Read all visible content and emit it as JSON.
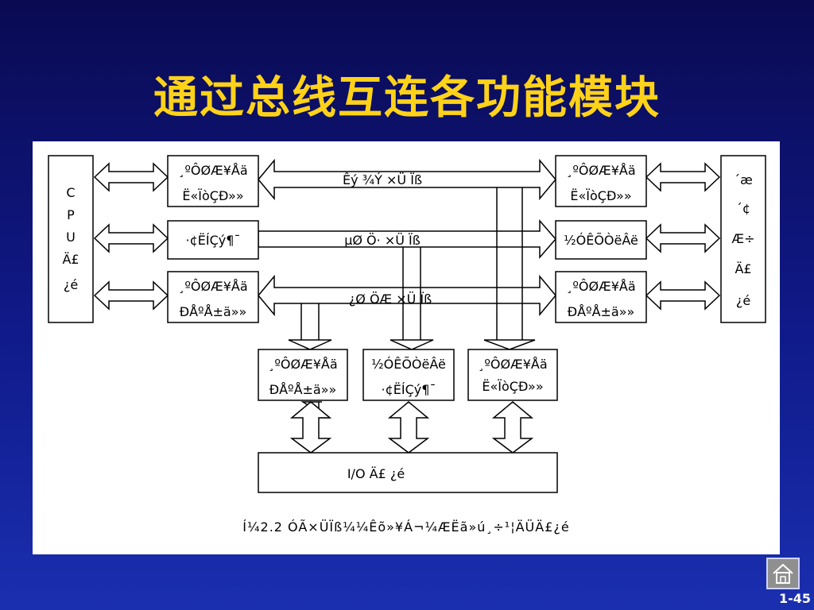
{
  "slide": {
    "title": "通过总线互连各功能模块",
    "page_number": "1-45"
  },
  "diagram": {
    "cpu_block": [
      "C",
      "P",
      "U",
      "Ä£",
      "¿é"
    ],
    "mem_block": [
      "´æ",
      "´¢",
      "Æ÷",
      "Ä£",
      "¿é"
    ],
    "left_top": [
      "¸ºÔØÆ¥Åä",
      "Ë«ÏòÇÐ»»"
    ],
    "left_mid": [
      "·¢ËÍÇý¶¯"
    ],
    "left_bot": [
      "¸ºÔØÆ¥Åä",
      "ÐÅºÅ±ä»»"
    ],
    "right_top": [
      "¸ºÔØÆ¥Åä",
      "Ë«ÏòÇÐ»»"
    ],
    "right_mid": [
      "½ÓÊÕÒëÂë"
    ],
    "right_bot": [
      "¸ºÔØÆ¥Åä",
      "ÐÅºÅ±ä»»"
    ],
    "bus_data": "Êý ¾Ý ×Ü Ïß",
    "bus_addr": "µØ Ö· ×Ü Ïß",
    "bus_ctrl": "¿Ø ÖÆ ×Ü Ïß",
    "mid_left": [
      "¸ºÔØÆ¥Åä",
      "ÐÅºÅ±ä»»"
    ],
    "mid_center": [
      "½ÓÊÕÒëÂë",
      "·¢ËÍÇý¶¯"
    ],
    "mid_right": [
      "¸ºÔØÆ¥Åä",
      "Ë«ÏòÇÐ»»"
    ],
    "io_block": "I/O   Ä£   ¿é",
    "caption": "Í¼2.2  ÓÃ×ÜÏß¼¼Êõ»¥Á¬¼ÆËã»ú¸÷¹¦ÄÜÄ£¿é"
  },
  "nav": {
    "home_icon": "home-icon"
  },
  "colors": {
    "background_top": "#0a0a52",
    "background_bottom": "#1a2fb0",
    "title": "#ffd21a",
    "panel": "#ffffff"
  }
}
